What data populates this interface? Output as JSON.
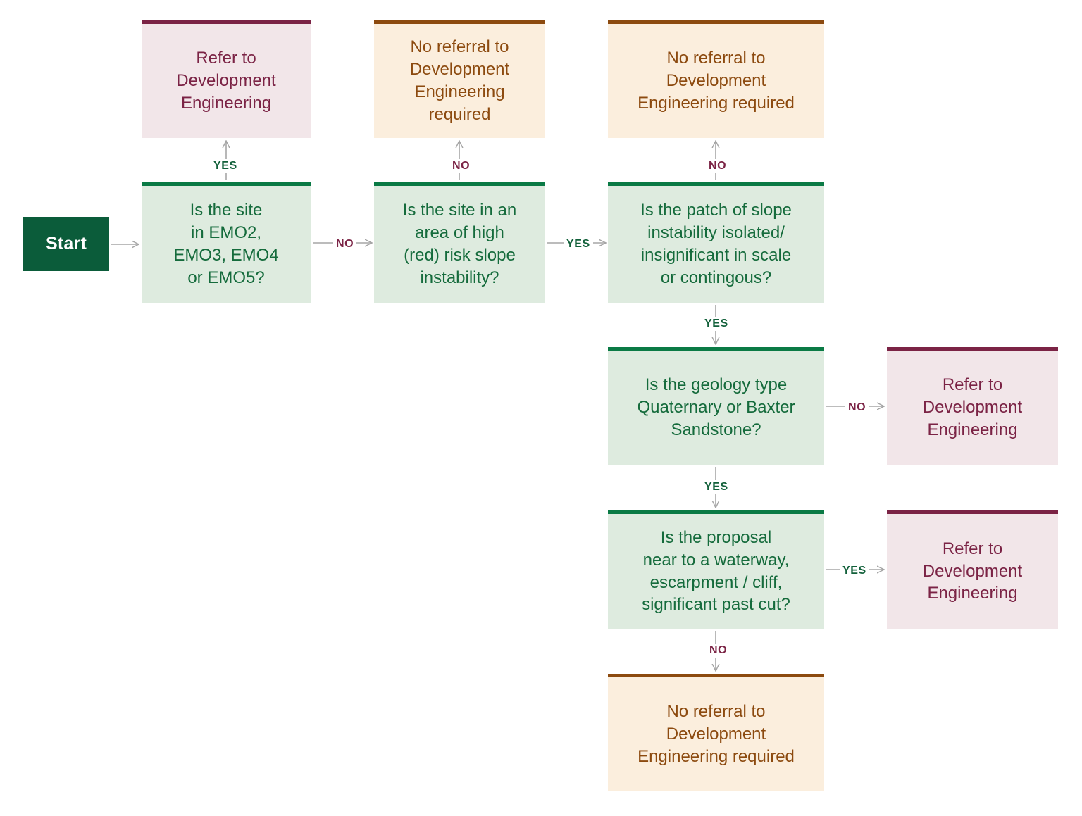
{
  "diagram": {
    "title": "Development Engineering referral decision flowchart",
    "colors": {
      "start_fill": "#0B5C3A",
      "decision_fill": "#DEEBDF",
      "decision_border": "#0A7A45",
      "decision_text": "#156B3C",
      "refer_fill": "#F2E6E9",
      "refer_border": "#7B2345",
      "refer_text": "#7B2345",
      "noreferral_fill": "#FBEEDD",
      "noreferral_border": "#8C4A0F",
      "noreferral_text": "#8C4A0F",
      "connector": "#A6A6A6"
    }
  },
  "nodes": {
    "start": {
      "label": "Start"
    },
    "q1": {
      "label": "Is the site\nin EMO2,\nEMO3, EMO4\nor EMO5?"
    },
    "q2": {
      "label": "Is the site in an\narea of high\n(red) risk slope\ninstability?"
    },
    "q3": {
      "label": "Is the patch of slope\ninstability isolated/\ninsignificant in scale\nor contingous?"
    },
    "q4": {
      "label": "Is the geology type\nQuaternary or Baxter\nSandstone?"
    },
    "q5": {
      "label": "Is the proposal\nnear to a waterway,\nescarpment / cliff,\nsignificant past cut?"
    },
    "o1": {
      "label": "Refer to\nDevelopment\nEngineering"
    },
    "o2": {
      "label": "No referral to\nDevelopment\nEngineering\nrequired"
    },
    "o3": {
      "label": "No referral to\nDevelopment\nEngineering required"
    },
    "o4": {
      "label": "Refer to\nDevelopment\nEngineering"
    },
    "o5": {
      "label": "Refer to\nDevelopment\nEngineering"
    },
    "o6": {
      "label": "No referral to\nDevelopment\nEngineering required"
    }
  },
  "edges": {
    "start_to_q1": {
      "label": ""
    },
    "q1_yes": {
      "label": "YES"
    },
    "q1_no": {
      "label": "NO"
    },
    "q2_no": {
      "label": "NO"
    },
    "q2_yes": {
      "label": "YES"
    },
    "q3_no": {
      "label": "NO"
    },
    "q3_yes": {
      "label": "YES"
    },
    "q4_no": {
      "label": "NO"
    },
    "q4_yes": {
      "label": "YES"
    },
    "q5_yes": {
      "label": "YES"
    },
    "q5_no": {
      "label": "NO"
    }
  }
}
